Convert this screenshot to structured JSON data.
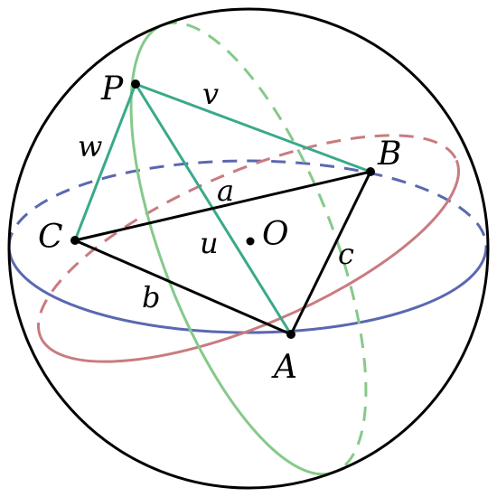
{
  "labels": {
    "P": "P",
    "B": "B",
    "C": "C",
    "A": "A",
    "O": "O",
    "a": "a",
    "b": "b",
    "c": "c",
    "u": "u",
    "v": "v",
    "w": "w"
  },
  "colors": {
    "sphere": "#000000",
    "equator": "#5b68b0",
    "tilted_circle": "#c97b80",
    "meridian": "#86c98a",
    "spherical_triangle": "#000000",
    "edges_from_P": "#3aa98a"
  }
}
